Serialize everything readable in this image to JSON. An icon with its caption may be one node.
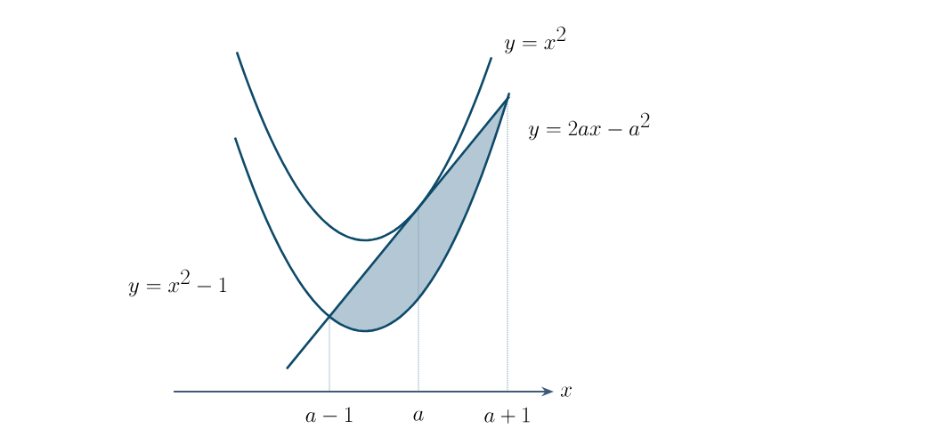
{
  "diagram": {
    "labels": [
      "y = x^2",
      "y = 2ax - a^2",
      "y = x^2 - 1",
      "x",
      "a - 1",
      "a",
      "a + 1"
    ]
  }
}
